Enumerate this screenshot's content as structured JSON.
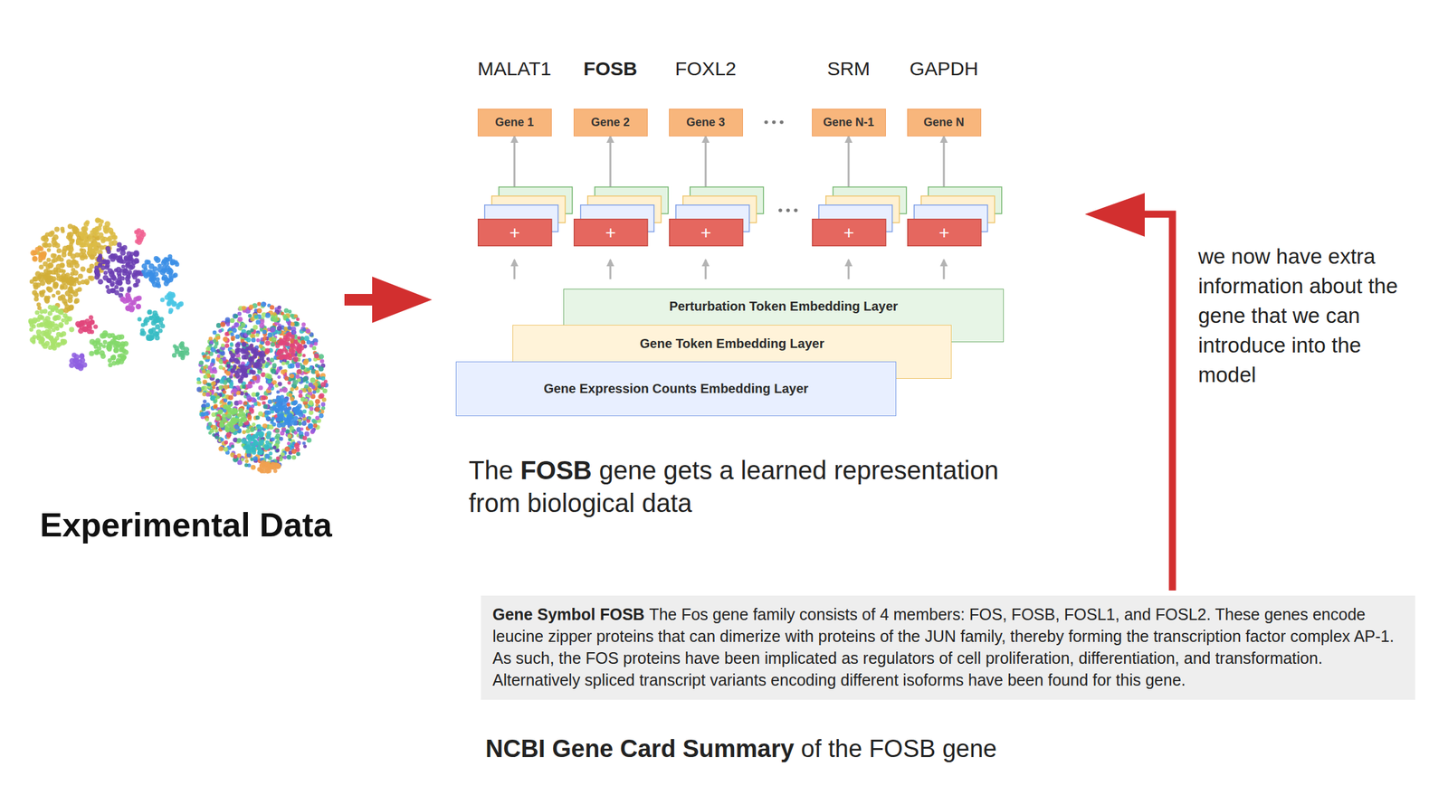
{
  "diagram": {
    "nodes": [
      {
        "text": [
          "Gene 1"
        ]
      },
      {
        "text": [
          "Gene 2"
        ]
      },
      {
        "text": [
          "Gene 3"
        ]
      },
      {
        "text": [
          "Gene N-1"
        ]
      },
      {
        "text": [
          "Gene N"
        ]
      },
      {
        "text": [
          "+"
        ]
      },
      {
        "text": [
          "+"
        ]
      },
      {
        "text": [
          "+"
        ]
      },
      {
        "text": [
          "+"
        ]
      },
      {
        "text": [
          "+"
        ]
      },
      {
        "text": [
          "Perturbation Token Embedding Layer"
        ]
      },
      {
        "text": [
          "Gene Token Embedding Layer"
        ]
      },
      {
        "text": [
          "Gene Expression Counts Embedding Layer"
        ]
      },
      {
        "text": [
          "Gene Symbol FOSB",
          "The Fos gene family consists of 4 members: FOS, FOSB, FOSL1, and FOSL2. These genes encode leucine zipper proteins that can dimerize with proteins of the JUN family, thereby forming the transcription factor complex AP-1. As such, the FOS proteins have been implicated as regulators of cell proliferation, differentiation, and transformation. Alternatively spliced transcript variants encoding different isoforms have been found for this gene."
        ]
      }
    ],
    "edges": [
      {
        "from": 5,
        "to": 0,
        "arrow": "to"
      },
      {
        "from": 6,
        "to": 1,
        "arrow": "to"
      },
      {
        "from": 7,
        "to": 2,
        "arrow": "to"
      },
      {
        "from": 8,
        "to": 3,
        "arrow": "to"
      },
      {
        "from": 9,
        "to": 4,
        "arrow": "to"
      }
    ],
    "labels": [
      "MALAT1",
      "FOSB",
      "FOXL2",
      "SRM",
      "GAPDH",
      "Experimental Data",
      "The",
      "FOSB",
      "gene gets a learned representation from biological data",
      "we now have extra information about the gene that we can introduce into the model",
      "NCBI Gene Card Summary",
      "of the FOSB gene"
    ]
  }
}
